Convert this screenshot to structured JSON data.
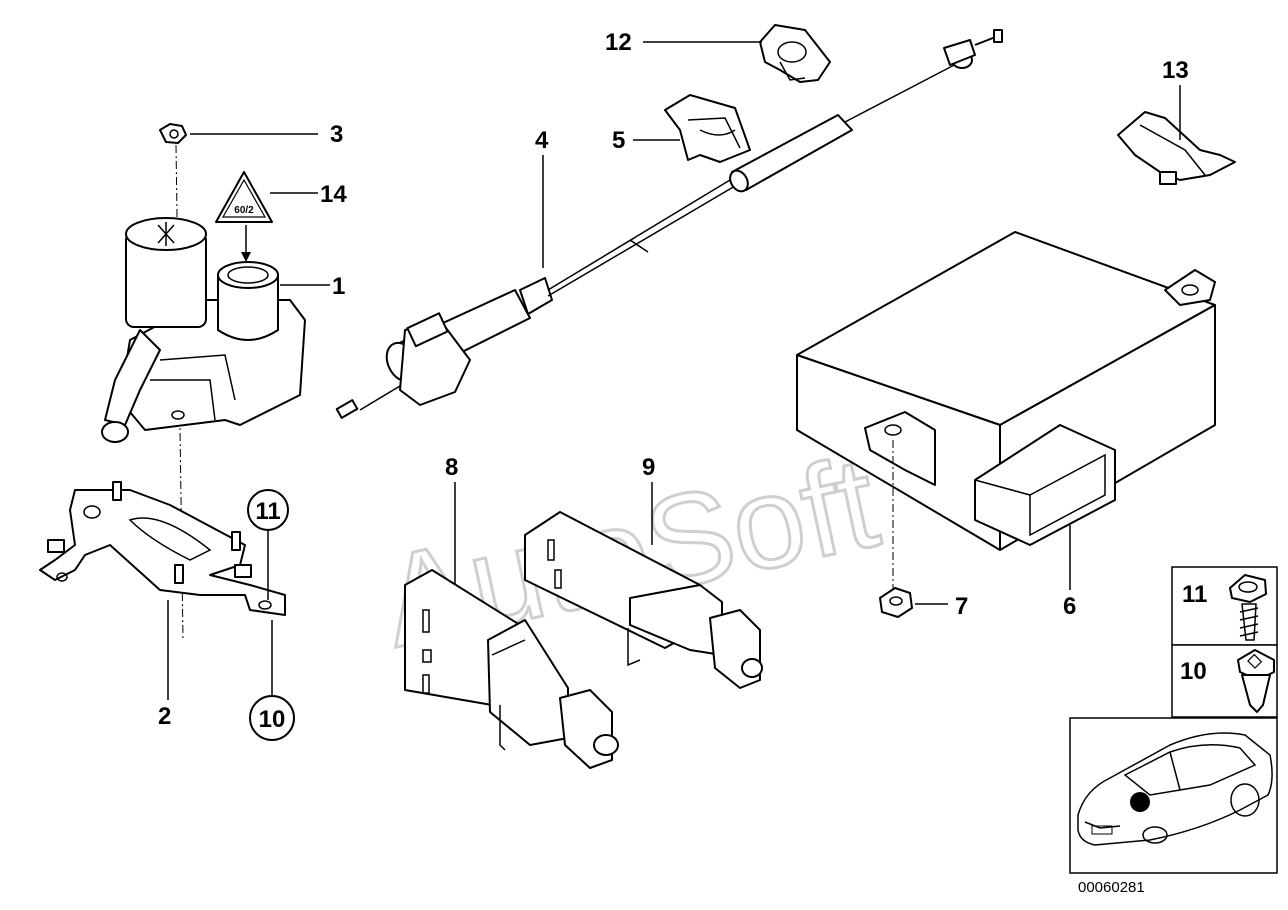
{
  "diagram": {
    "watermark": "AutoSoft",
    "reference_number": "00060281",
    "callouts": [
      {
        "id": "1",
        "label": "1"
      },
      {
        "id": "2",
        "label": "2"
      },
      {
        "id": "3",
        "label": "3"
      },
      {
        "id": "4",
        "label": "4"
      },
      {
        "id": "5",
        "label": "5"
      },
      {
        "id": "6",
        "label": "6"
      },
      {
        "id": "7",
        "label": "7"
      },
      {
        "id": "8",
        "label": "8"
      },
      {
        "id": "9",
        "label": "9"
      },
      {
        "id": "10",
        "label": "10"
      },
      {
        "id": "11",
        "label": "11"
      },
      {
        "id": "12",
        "label": "12"
      },
      {
        "id": "13",
        "label": "13"
      },
      {
        "id": "14",
        "label": "14"
      }
    ],
    "circled_callouts": [
      {
        "id": "11",
        "label": "11"
      },
      {
        "id": "10",
        "label": "10"
      }
    ],
    "legend_boxes": [
      {
        "id": "11",
        "label": "11"
      },
      {
        "id": "10",
        "label": "10"
      }
    ],
    "warning_label_text": "60/2"
  }
}
